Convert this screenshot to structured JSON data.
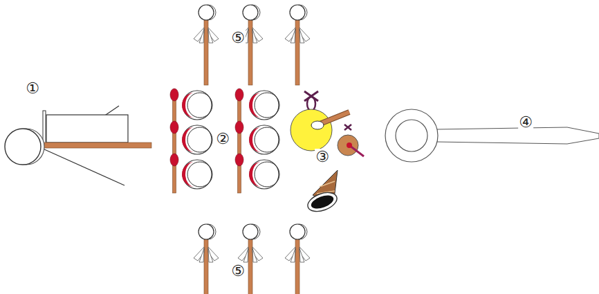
{
  "diagram": {
    "labels": [
      "⑤",
      "①",
      "④",
      "②",
      "③",
      "⑤"
    ]
  }
}
